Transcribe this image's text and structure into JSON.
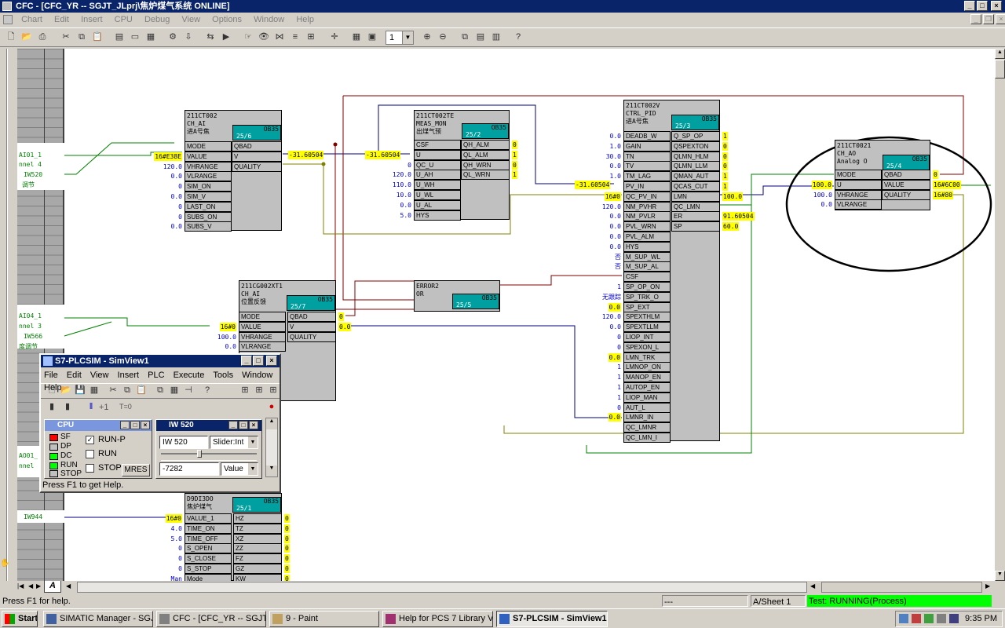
{
  "window": {
    "title": "CFC - [CFC_YR -- SGJT_JLprj\\焦炉煤气系统  ONLINE]"
  },
  "menu": [
    "Chart",
    "Edit",
    "Insert",
    "CPU",
    "Debug",
    "View",
    "Options",
    "Window",
    "Help"
  ],
  "toolbar": {
    "zoom_value": "1"
  },
  "sheet_tab": "A",
  "status": {
    "help": "Press F1 for help.",
    "dashes": "---",
    "sheet": "A/Sheet 1",
    "test": "Test: RUNNING(Process)"
  },
  "taskbar": {
    "start": "Start",
    "items": [
      "SIMATIC Manager - SGJ...",
      "CFC - [CFC_YR -- SGJT_...",
      "9 - Paint",
      "Help for PCS 7 Library V7.0",
      "S7-PLCSIM - SimView1"
    ],
    "clock": "9:35 PM"
  },
  "left_labels": [
    "AI01_1",
    "nnel 4",
    "IW520",
    "调节",
    "AI04_1",
    "nnel 3",
    "IW566",
    "度调节",
    "AO01_",
    "nnel",
    "IW944"
  ],
  "blocks": {
    "b1": {
      "name": "211CT002",
      "type": "CH_AI",
      "desc": "进A号焦",
      "ob": "OB35",
      "seq": "25/6",
      "inputs": [
        "MODE",
        "VALUE",
        "VHRANGE",
        "VLRANGE",
        "SIM_ON",
        "SIM_V",
        "LAST_ON",
        "SUBS_ON",
        "SUBS_V"
      ],
      "in_vals": [
        "",
        "16#E38E",
        "120.0",
        "0.0",
        "0",
        "0.0",
        "0",
        "0",
        "0.0"
      ],
      "outputs": [
        "QBAD",
        "V",
        "QUALITY"
      ]
    },
    "b2": {
      "name": "211CT002TE",
      "type": "MEAS_MON",
      "desc": "出煤气预",
      "ob": "OB35",
      "seq": "25/2",
      "inputs": [
        "CSF",
        "U",
        "QC_U",
        "U_AH",
        "U_WH",
        "U_WL",
        "U_AL",
        "HYS"
      ],
      "in_vals": [
        "",
        "",
        "0",
        "120.0",
        "110.0",
        "10.0",
        "0.0",
        "5.0"
      ],
      "outputs": [
        "QH_ALM",
        "QL_ALM",
        "QH_WRN",
        "QL_WRN"
      ],
      "out_vals": [
        "0",
        "1",
        "0",
        "1"
      ]
    },
    "b3": {
      "name": "211CT002V",
      "type": "CTRL_PID",
      "desc": "进A号焦",
      "ob": "OB35",
      "seq": "25/3",
      "inputs": [
        "DEADB_W",
        "GAIN",
        "TN",
        "TV",
        "TM_LAG",
        "PV_IN",
        "QC_PV_IN",
        "NM_PVHR",
        "NM_PVLR",
        "PVL_WRN",
        "PVL_ALM",
        "HYS",
        "M_SUP_WL",
        "M_SUP_AL",
        "CSF",
        "SP_OP_ON",
        "SP_TRK_O",
        "SP_EXT",
        "SPEXTHLM",
        "SPEXTLLM",
        "LIOP_INT",
        "SPEXON_L",
        "LMN_TRK",
        "LMNOP_ON",
        "MANOP_EN",
        "AUTOP_EN",
        "LIOP_MAN",
        "AUT_L",
        "LMNR_IN",
        "QC_LMNR",
        "QC_LMN_I"
      ],
      "in_vals": [
        "0.0",
        "1.0",
        "30.0",
        "0.0",
        "1.0",
        "",
        "16#0",
        "120.0",
        "0.0",
        "0.0",
        "0.0",
        "0.0",
        "否",
        "否",
        "",
        "1",
        "无跟踪",
        "0.0",
        "120.0",
        "0.0",
        "0",
        "0",
        "0.0",
        "1",
        "1",
        "1",
        "1",
        "0",
        "0.0",
        "",
        ""
      ],
      "outputs": [
        "Q_SP_OP",
        "QSPEXTON",
        "QLMN_HLM",
        "QLMN_LLM",
        "QMAN_AUT",
        "QCAS_CUT",
        "LMN",
        "QC_LMN",
        "ER",
        "SP"
      ],
      "out_vals": [
        "1",
        "0",
        "0",
        "0",
        "1",
        "1",
        "100.0",
        "",
        "91.60504",
        "60.0"
      ]
    },
    "b4": {
      "name": "211CT0021",
      "type": "CH_AO",
      "desc": "Analog O",
      "ob": "OB35",
      "seq": "25/4",
      "inputs": [
        "MODE",
        "U",
        "VHRANGE",
        "VLRANGE"
      ],
      "in_vals": [
        "",
        "100.0",
        "100.0",
        "0.0"
      ],
      "outputs": [
        "QBAD",
        "VALUE",
        "QUALITY"
      ],
      "out_vals": [
        "0",
        "16#6C00",
        "16#80"
      ]
    },
    "b5": {
      "name": "211CG002XT1",
      "type": "CH_AI",
      "desc": "位置反馈",
      "ob": "OB35",
      "seq": "25/7",
      "inputs": [
        "MODE",
        "VALUE",
        "VHRANGE",
        "VLRANGE"
      ],
      "in_vals": [
        "",
        "16#0",
        "100.0",
        "0.0"
      ],
      "outputs": [
        "QBAD",
        "V",
        "QUALITY"
      ],
      "out_vals": [
        "0",
        "0.0",
        ""
      ]
    },
    "b6": {
      "name": "ERROR2",
      "type": "OR",
      "ob": "OB35",
      "seq": "25/5"
    },
    "b7": {
      "name": "D9DI3DO",
      "desc": "焦炉煤气",
      "ob": "OB35",
      "seq": "25/1",
      "inputs": [
        "VALUE_1",
        "TIME_ON",
        "TIME_OFF",
        "S_OPEN",
        "S_CLOSE",
        "S_STOP",
        "Mode"
      ],
      "in_vals": [
        "16#0",
        "4.0",
        "5.0",
        "0",
        "0",
        "0",
        "Man"
      ],
      "outputs": [
        "HZ",
        "TZ",
        "XZ",
        "ZZ",
        "FZ",
        "GZ",
        "KW"
      ],
      "out_vals": [
        "0",
        "0",
        "0",
        "0",
        "0",
        "0",
        "0"
      ]
    }
  },
  "wire_values": {
    "v1": "-31.60504",
    "v2": "-31.60504",
    "v3": "-31.60504"
  },
  "plcsim": {
    "title": "S7-PLCSIM - SimView1",
    "menu": [
      "File",
      "Edit",
      "View",
      "Insert",
      "PLC",
      "Execute",
      "Tools",
      "Window",
      "Help"
    ],
    "cycle": "+1",
    "timer": "T=0",
    "cpu": {
      "title": "CPU",
      "leds": [
        "SF",
        "DP",
        "DC",
        "RUN",
        "STOP"
      ],
      "modes": [
        "RUN-P",
        "RUN",
        "STOP"
      ],
      "mres": "MRES"
    },
    "iw": {
      "title": "IW   520",
      "address": "IW   520",
      "format": "Slider:Int",
      "value": "-7282",
      "value_mode": "Value"
    },
    "status": "Press F1 to get Help."
  }
}
